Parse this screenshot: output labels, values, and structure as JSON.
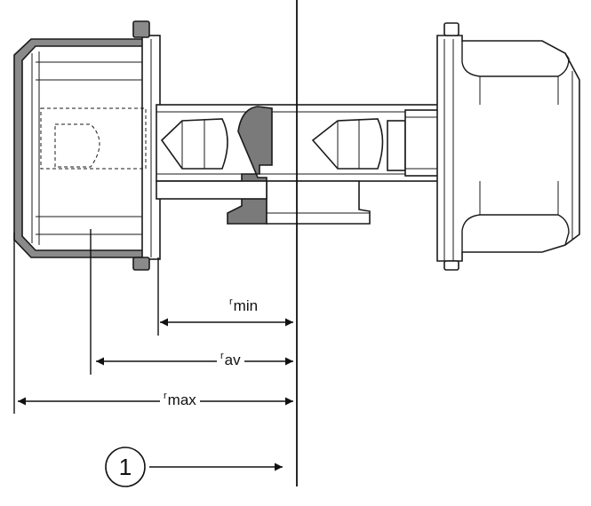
{
  "labels": {
    "r_min": {
      "prefix": "r",
      "text": "min"
    },
    "r_av": {
      "prefix": "r",
      "text": "av"
    },
    "r_max": {
      "prefix": "r",
      "text": "max"
    }
  },
  "callout": {
    "number": "1"
  },
  "colors": {
    "line": "#1a1a1a",
    "shade": "#8a8a8a",
    "shade_dark": "#6d6d6d",
    "background": "#ffffff"
  }
}
